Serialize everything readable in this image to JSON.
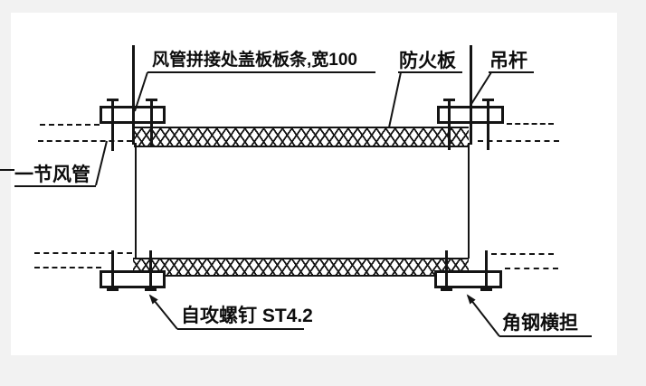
{
  "page": {
    "background": "#f2f2f2",
    "panel_background": "#ffffff",
    "line_color": "#141414"
  },
  "diagram": {
    "type": "technical-drawing",
    "labels": {
      "cover_strip": "风管拼接处盖板板条,宽100",
      "fire_board": "防火板",
      "hanger_rod": "吊杆",
      "duct_section": "一节风管",
      "screw": "自攻螺钉 ST4.2",
      "angle_bracket": "角钢横担"
    }
  }
}
